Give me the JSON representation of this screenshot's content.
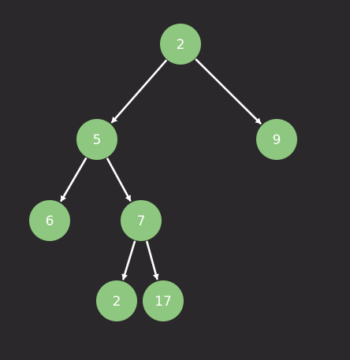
{
  "tree": {
    "colors": {
      "background": "#2a282b",
      "node_fill": "#8ec77f",
      "label": "#ffffff",
      "edge": "#ffffff"
    },
    "nodes": [
      {
        "id": "root",
        "label": "2"
      },
      {
        "id": "n5",
        "label": "5"
      },
      {
        "id": "n9",
        "label": "9"
      },
      {
        "id": "n6",
        "label": "6"
      },
      {
        "id": "n7",
        "label": "7"
      },
      {
        "id": "n2b",
        "label": "2"
      },
      {
        "id": "n17",
        "label": "17"
      }
    ],
    "edges": [
      {
        "from": "root",
        "to": "n5"
      },
      {
        "from": "root",
        "to": "n9"
      },
      {
        "from": "n5",
        "to": "n6"
      },
      {
        "from": "n5",
        "to": "n7"
      },
      {
        "from": "n7",
        "to": "n2b"
      },
      {
        "from": "n7",
        "to": "n17"
      }
    ]
  }
}
